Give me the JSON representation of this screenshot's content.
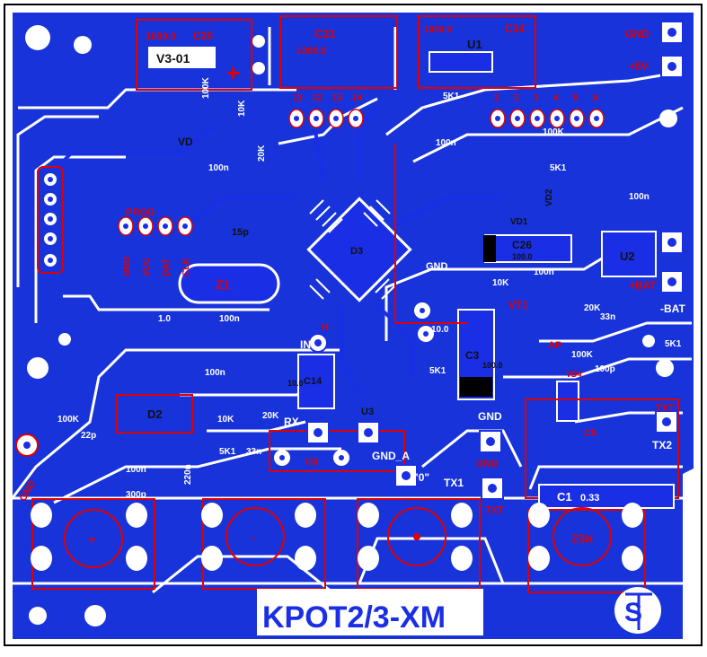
{
  "board": {
    "title": "KPOT2/3-XM",
    "version": "V3-01",
    "colors": {
      "copper": "#1a2ee6",
      "ground_fill": "#1733d9",
      "silkscreen": "#e00000",
      "pad": "#ffffff",
      "background": "#ffffff",
      "outline": "#000000"
    }
  },
  "connectors": {
    "gnd_top": "GND",
    "plus5v": "+5V",
    "bat_plus": "+BAT",
    "bat_minus": "-BAT",
    "tx1": "TX1",
    "tx2": "TX2",
    "txt": "TXT",
    "rx": "RX",
    "gnd_a": "GND_A",
    "gnd_mid": "GND",
    "gnd_center": "GND",
    "gnd_left": "GND",
    "zero": "\"0\"",
    "plus": "+",
    "minus": "-",
    "rez": "REZ",
    "in": "IN",
    "prog": "PROG"
  },
  "headers": {
    "top_left_pins": [
      "11",
      "12",
      "13",
      "14"
    ],
    "top_right_pins": [
      "1",
      "2",
      "3",
      "4",
      "5",
      "6"
    ],
    "prog_pins": [
      "GND",
      "VCC",
      "DAT",
      "CLK"
    ]
  },
  "components": {
    "c20": "C20",
    "c20_val": "1000.0",
    "c21": "C21",
    "c21_val": "1000.0",
    "c34": "C34",
    "c34_val": "1000.0",
    "u1": "U1",
    "u2": "U2",
    "u3": "U3",
    "d3": "D3",
    "d2": "D2",
    "z1": "Z1",
    "c3": "C3",
    "c3_val": "100.0",
    "c14": "C14",
    "c14_val": "10.0",
    "c26": "C26",
    "c26_val": "100.0",
    "c1": "C1",
    "c1_val": "0.33",
    "c5": "C5",
    "c6": "C6",
    "vd1": "VD1",
    "vd2": "VD2",
    "vd4": "VD4",
    "vt1": "VT1",
    "r_5k1a": "5K1",
    "r_5k1b": "5K1",
    "r_5k1c": "5K1",
    "r_100k": "100K",
    "r_10k": "10K",
    "r_20k": "20K",
    "c_100n": "100n",
    "c_33n": "33n",
    "c_15p": "15p",
    "c_22p": "22p",
    "c_300p": "300p",
    "c_100p": "100p",
    "c_220n": "220n",
    "c_10p": "10.0",
    "c_1n0": "1.0",
    "vd_lbl": "VD",
    "ap_lbl": "AP",
    "h_lbl": "H"
  }
}
